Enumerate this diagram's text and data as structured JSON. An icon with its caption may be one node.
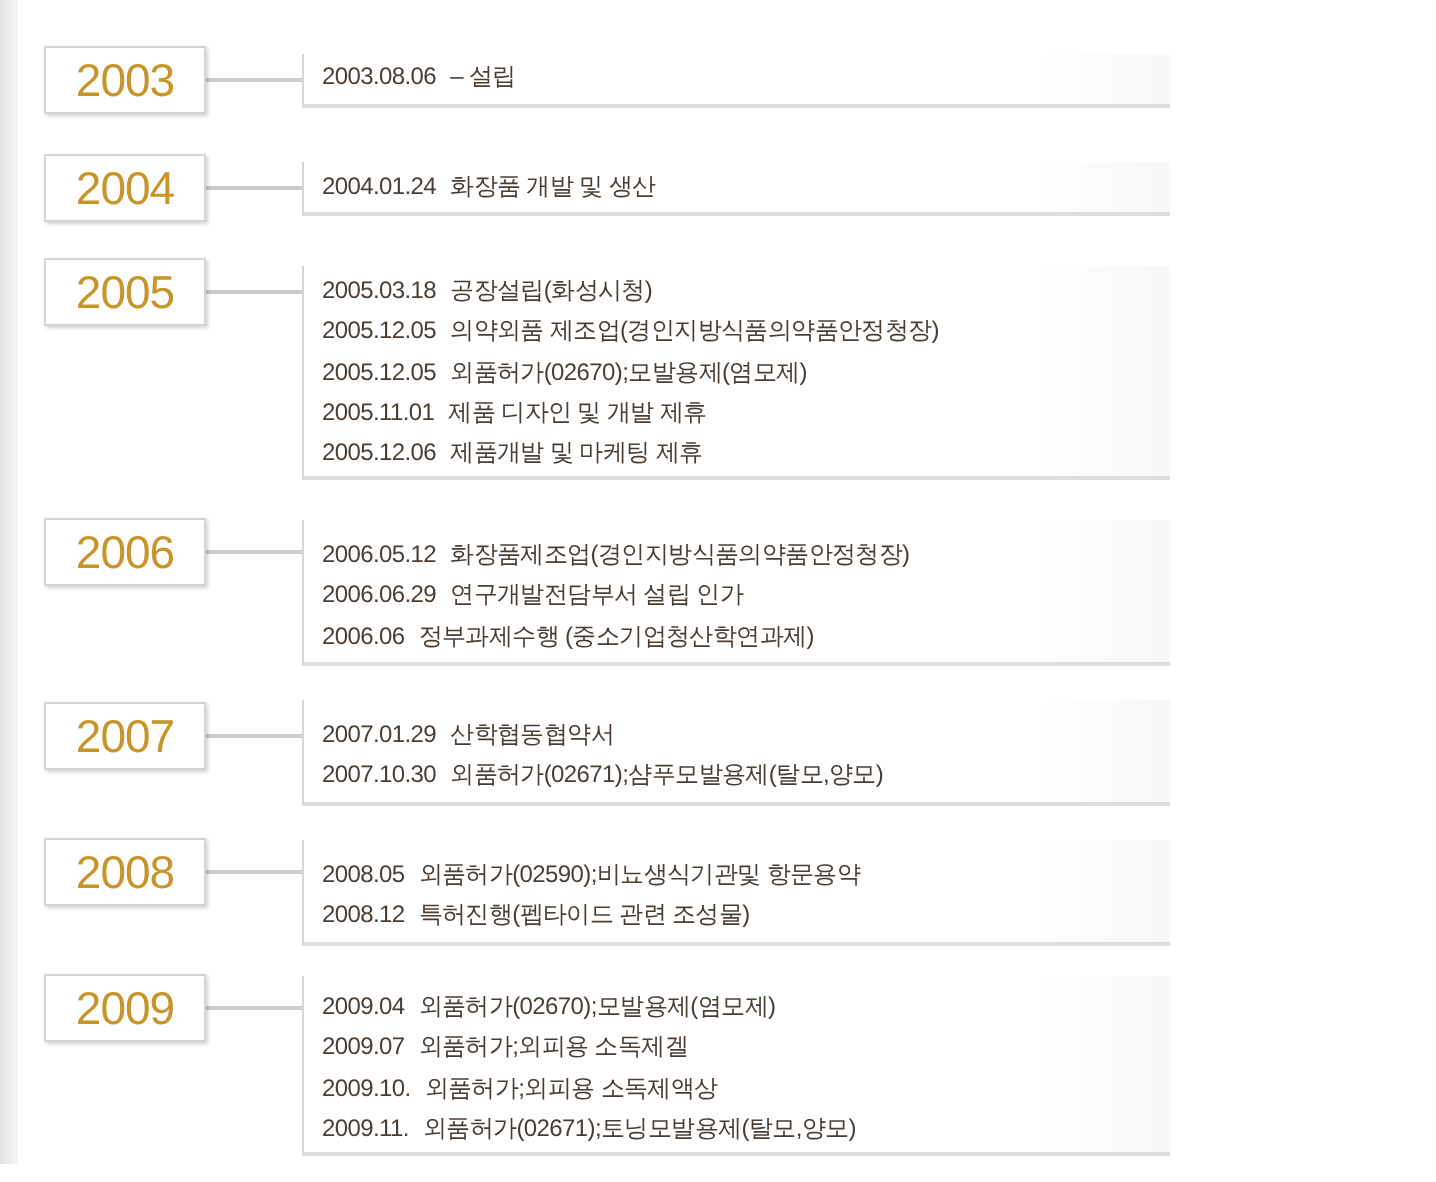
{
  "diagram": {
    "nodes": [
      {
        "text": [
          "2003"
        ]
      },
      {
        "text": [
          "2003.08.06 – 설립"
        ]
      },
      {
        "text": [
          "2004"
        ]
      },
      {
        "text": [
          "2004.01.24 화장품 개발 및 생산"
        ]
      },
      {
        "text": [
          "2005"
        ]
      },
      {
        "text": [
          "2005.03.18 공장설립(화성시청)",
          "2005.12.05 의약외품 제조업(경인지방식품의약품안정청장)",
          "2005.12.05 외품허가(02670);모발용제(염모제)",
          "2005.11.01 제품 디자인 및 개발 제휴",
          "2005.12.06 제품개발 및 마케팅 제휴"
        ]
      },
      {
        "text": [
          "2006"
        ]
      },
      {
        "text": [
          "2006.05.12 화장품제조업(경인지방식품의약품안정청장)",
          "2006.06.29 연구개발전담부서 설립 인가",
          "2006.06 정부과제수행 (중소기업청산학연과제)"
        ]
      },
      {
        "text": [
          "2007"
        ]
      },
      {
        "text": [
          "2007.01.29 산학협동협약서",
          "2007.10.30 외품허가(02671);샴푸모발용제(탈모,양모)"
        ]
      },
      {
        "text": [
          "2008"
        ]
      },
      {
        "text": [
          "2008.05 외품허가(02590);비뇨생식기관및 항문용약",
          "2008.12 특허진행(펩타이드 관련 조성물)"
        ]
      },
      {
        "text": [
          "2009"
        ]
      },
      {
        "text": [
          "2009.04 외품허가(02670);모발용제(염모제)",
          "2009.07 외품허가;외피용 소독제겔",
          "2009.10. 외품허가;외피용 소독제액상",
          "2009.11. 외품허가(02671);토닝모발용제(탈모,양모)"
        ]
      }
    ],
    "edges": [
      {
        "from": 0,
        "to": 1,
        "arrow": "none"
      },
      {
        "from": 2,
        "to": 3,
        "arrow": "none"
      },
      {
        "from": 4,
        "to": 5,
        "arrow": "none"
      },
      {
        "from": 6,
        "to": 7,
        "arrow": "none"
      },
      {
        "from": 8,
        "to": 9,
        "arrow": "none"
      },
      {
        "from": 10,
        "to": 11,
        "arrow": "none"
      },
      {
        "from": 12,
        "to": 13,
        "arrow": "none"
      }
    ]
  }
}
